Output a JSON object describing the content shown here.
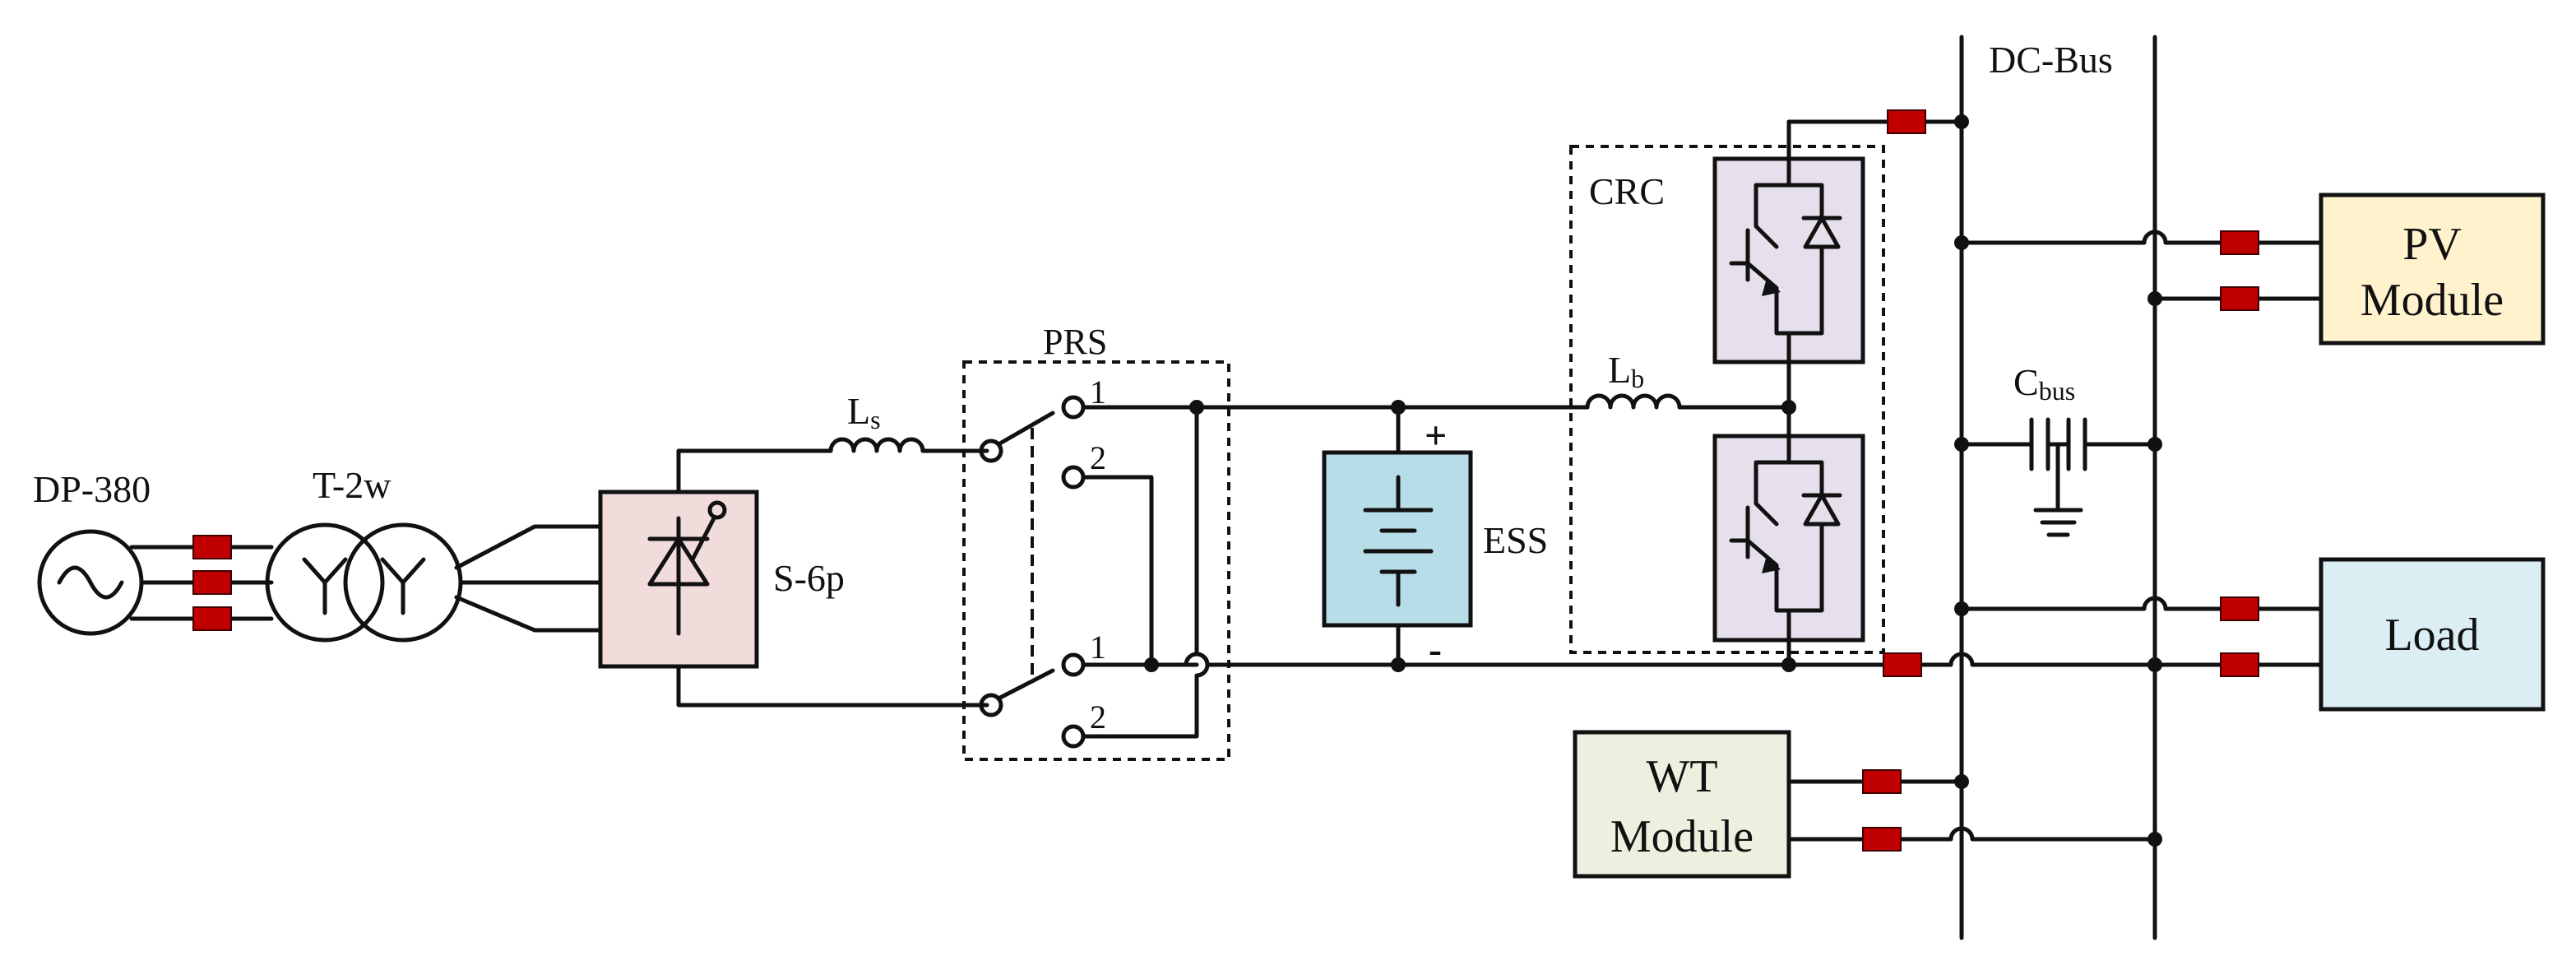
{
  "labels": {
    "dp380": "DP-380",
    "t2w": "T-2w",
    "ls_main": "L",
    "ls_sub": "s",
    "s6p": "S-6p",
    "prs": "PRS",
    "prs_top_1": "1",
    "prs_top_2": "2",
    "prs_bot_1": "1",
    "prs_bot_2": "2",
    "plus": "+",
    "minus": "-",
    "ess": "ESS",
    "lb_main": "L",
    "lb_sub": "b",
    "crc": "CRC",
    "dc_bus": "DC-Bus",
    "cbus_main": "C",
    "cbus_sub": "bus",
    "pv_line1": "PV",
    "pv_line2": "Module",
    "load": "Load",
    "wt_line1": "WT",
    "wt_line2": "Module"
  },
  "colors": {
    "wire": "#111111",
    "sensor": "#c00000",
    "s6p_fill": "#f2dcdb",
    "ess_fill": "#b7dde8",
    "igbt_fill": "#e6e0ec",
    "pv_fill": "#fff2cc",
    "load_fill": "#dbeef3",
    "wt_fill": "#ebf1de"
  },
  "icons": [
    "ac-source-icon",
    "transformer-icon",
    "thyristor-icon",
    "inductor-icon",
    "battery-icon",
    "igbt-icon",
    "capacitor-icon",
    "ground-icon",
    "switch-icon",
    "current-sensor-icon"
  ]
}
